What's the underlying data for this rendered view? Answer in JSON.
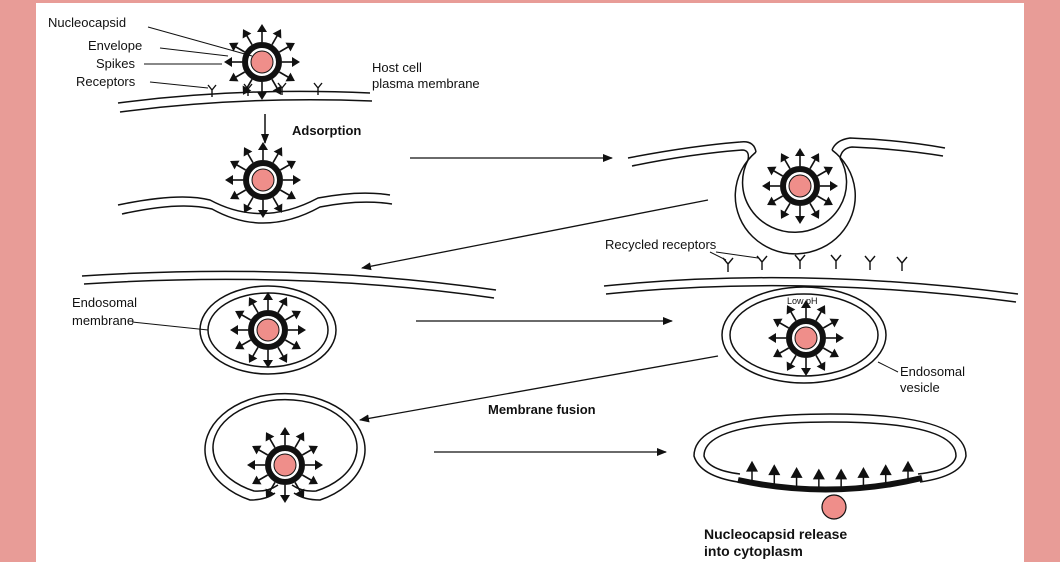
{
  "labels": {
    "nucleocapsid": "Nucleocapsid",
    "envelope": "Envelope",
    "spikes": "Spikes",
    "receptors": "Receptors",
    "host_cell_line1": "Host cell",
    "host_cell_line2": "plasma membrane",
    "adsorption": "Adsorption",
    "recycled_receptors": "Recycled receptors",
    "endosomal_membrane_line1": "Endosomal",
    "endosomal_membrane_line2": "membrane",
    "low_ph": "Low pH",
    "endosomal_vesicle_line1": "Endosomal",
    "endosomal_vesicle_line2": "vesicle",
    "membrane_fusion": "Membrane fusion",
    "release_line1": "Nucleocapsid release",
    "release_line2": "into cytoplasm"
  },
  "colors": {
    "frame": "#e89c97",
    "nucleocapsid_fill": "#ef8e8a",
    "ink": "#111111"
  }
}
